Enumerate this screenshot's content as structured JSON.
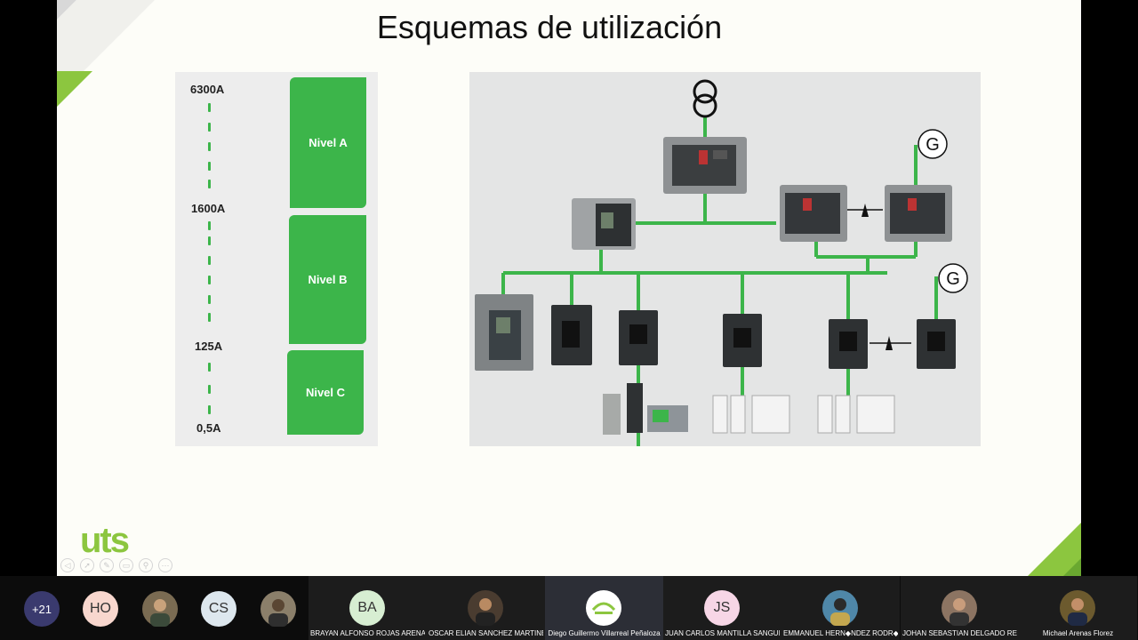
{
  "slide": {
    "title": "Esquemas de utilización",
    "logo": "uts",
    "accent_color": "#8cc63f",
    "green": "#3cb54a"
  },
  "levels": {
    "amps": [
      "6300A",
      "1600A",
      "125A",
      "0,5A"
    ],
    "names": [
      "Nivel A",
      "Nivel B",
      "Nivel C"
    ]
  },
  "diagram": {
    "generator_symbol": "G",
    "icons": [
      "transformer-icon",
      "generator-icon",
      "circuit-breaker-icon",
      "interlock-icon"
    ]
  },
  "ppt_controls": [
    "prev-icon",
    "pointer-icon",
    "pen-icon",
    "slides-icon",
    "zoom-icon",
    "more-icon"
  ],
  "participants": {
    "more_count": "+21",
    "small": [
      {
        "initials": "HO",
        "color": "#f8d7ce",
        "text_color": "#333"
      },
      {
        "initials": "",
        "color": "#6b5c44",
        "text_color": "#fff"
      },
      {
        "initials": "CS",
        "color": "#dde7ee",
        "text_color": "#333"
      },
      {
        "initials": "",
        "color": "#786a55",
        "text_color": "#fff"
      }
    ],
    "tiles": [
      {
        "name": "BRAYAN ALFONSO ROJAS ARENAS",
        "initials": "BA",
        "color": "#d7eed2",
        "text_color": "#333"
      },
      {
        "name": "OSCAR ELIAN SANCHEZ MARTINEZ",
        "initials": "",
        "color": "#4a3c30",
        "text_color": "#fff"
      },
      {
        "name": "Diego Guillermo Villarreal Peñaloza",
        "initials": "",
        "color": "#ffffff",
        "text_color": "#333"
      },
      {
        "name": "JUAN  CARLOS  MANTILLA SANGUI...",
        "initials": "JS",
        "color": "#f7d6e6",
        "text_color": "#333"
      },
      {
        "name": "EMMANUEL  HERN◆NDEZ RODR◆...",
        "initials": "",
        "color": "#3f6e8c",
        "text_color": "#fff"
      },
      {
        "name": "JOHAN SEBASTIAN DELGADO REYES",
        "initials": "",
        "color": "#7a6250",
        "text_color": "#fff"
      },
      {
        "name": "Michael Arenas Florez",
        "initials": "",
        "color": "#6c5a2e",
        "text_color": "#fff"
      }
    ]
  }
}
